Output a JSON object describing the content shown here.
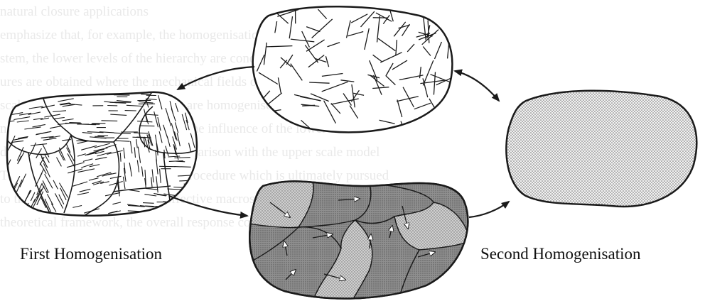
{
  "labels": {
    "first": "First Homogenisation",
    "second": "Second Homogenisation"
  },
  "background_text": [
    "natural closure applications",
    "emphasize that, for example, the homogenisation technique of different",
    "stem, the lower levels of the hierarchy are condensed one after another",
    "ures are obtained where the mechanical fields of the individual scales",
    "scale. Step by step the finer levels are homogenised into the next",
    "nd the cement matrix for instance, the influence of the lower scales",
    "due than in the case of a direct comparison with the upper scale model",
    "This is achieved using a two step procedure which is ultimately pursued",
    "to the aggregate level, and the effective macroscopic constitutive",
    "theoretical framework, the overall response comparing the largest scales"
  ],
  "colors": {
    "stroke": "#1a1a1a",
    "grain_fill": "#bdbdbd",
    "matrix_fill": "#8f8f8f",
    "homogeneous_fill": "#dedede"
  }
}
